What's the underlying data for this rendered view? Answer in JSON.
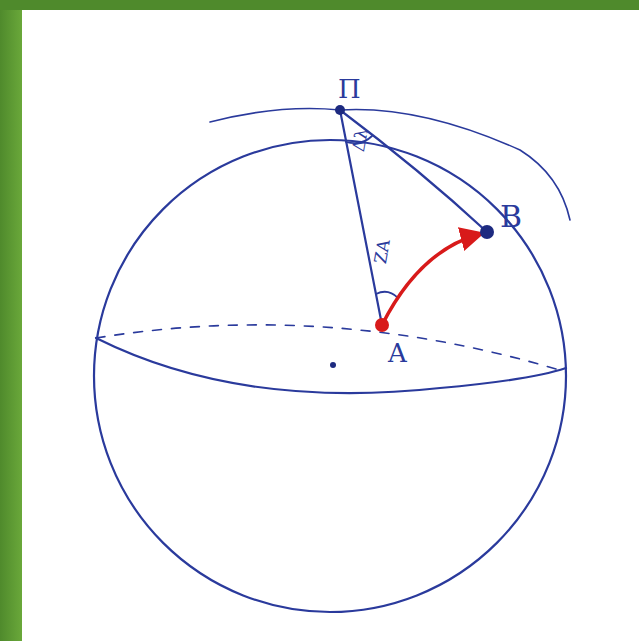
{
  "diagram": {
    "labels": [
      "Π",
      "Δλ",
      "ZA",
      "B",
      "A"
    ]
  }
}
